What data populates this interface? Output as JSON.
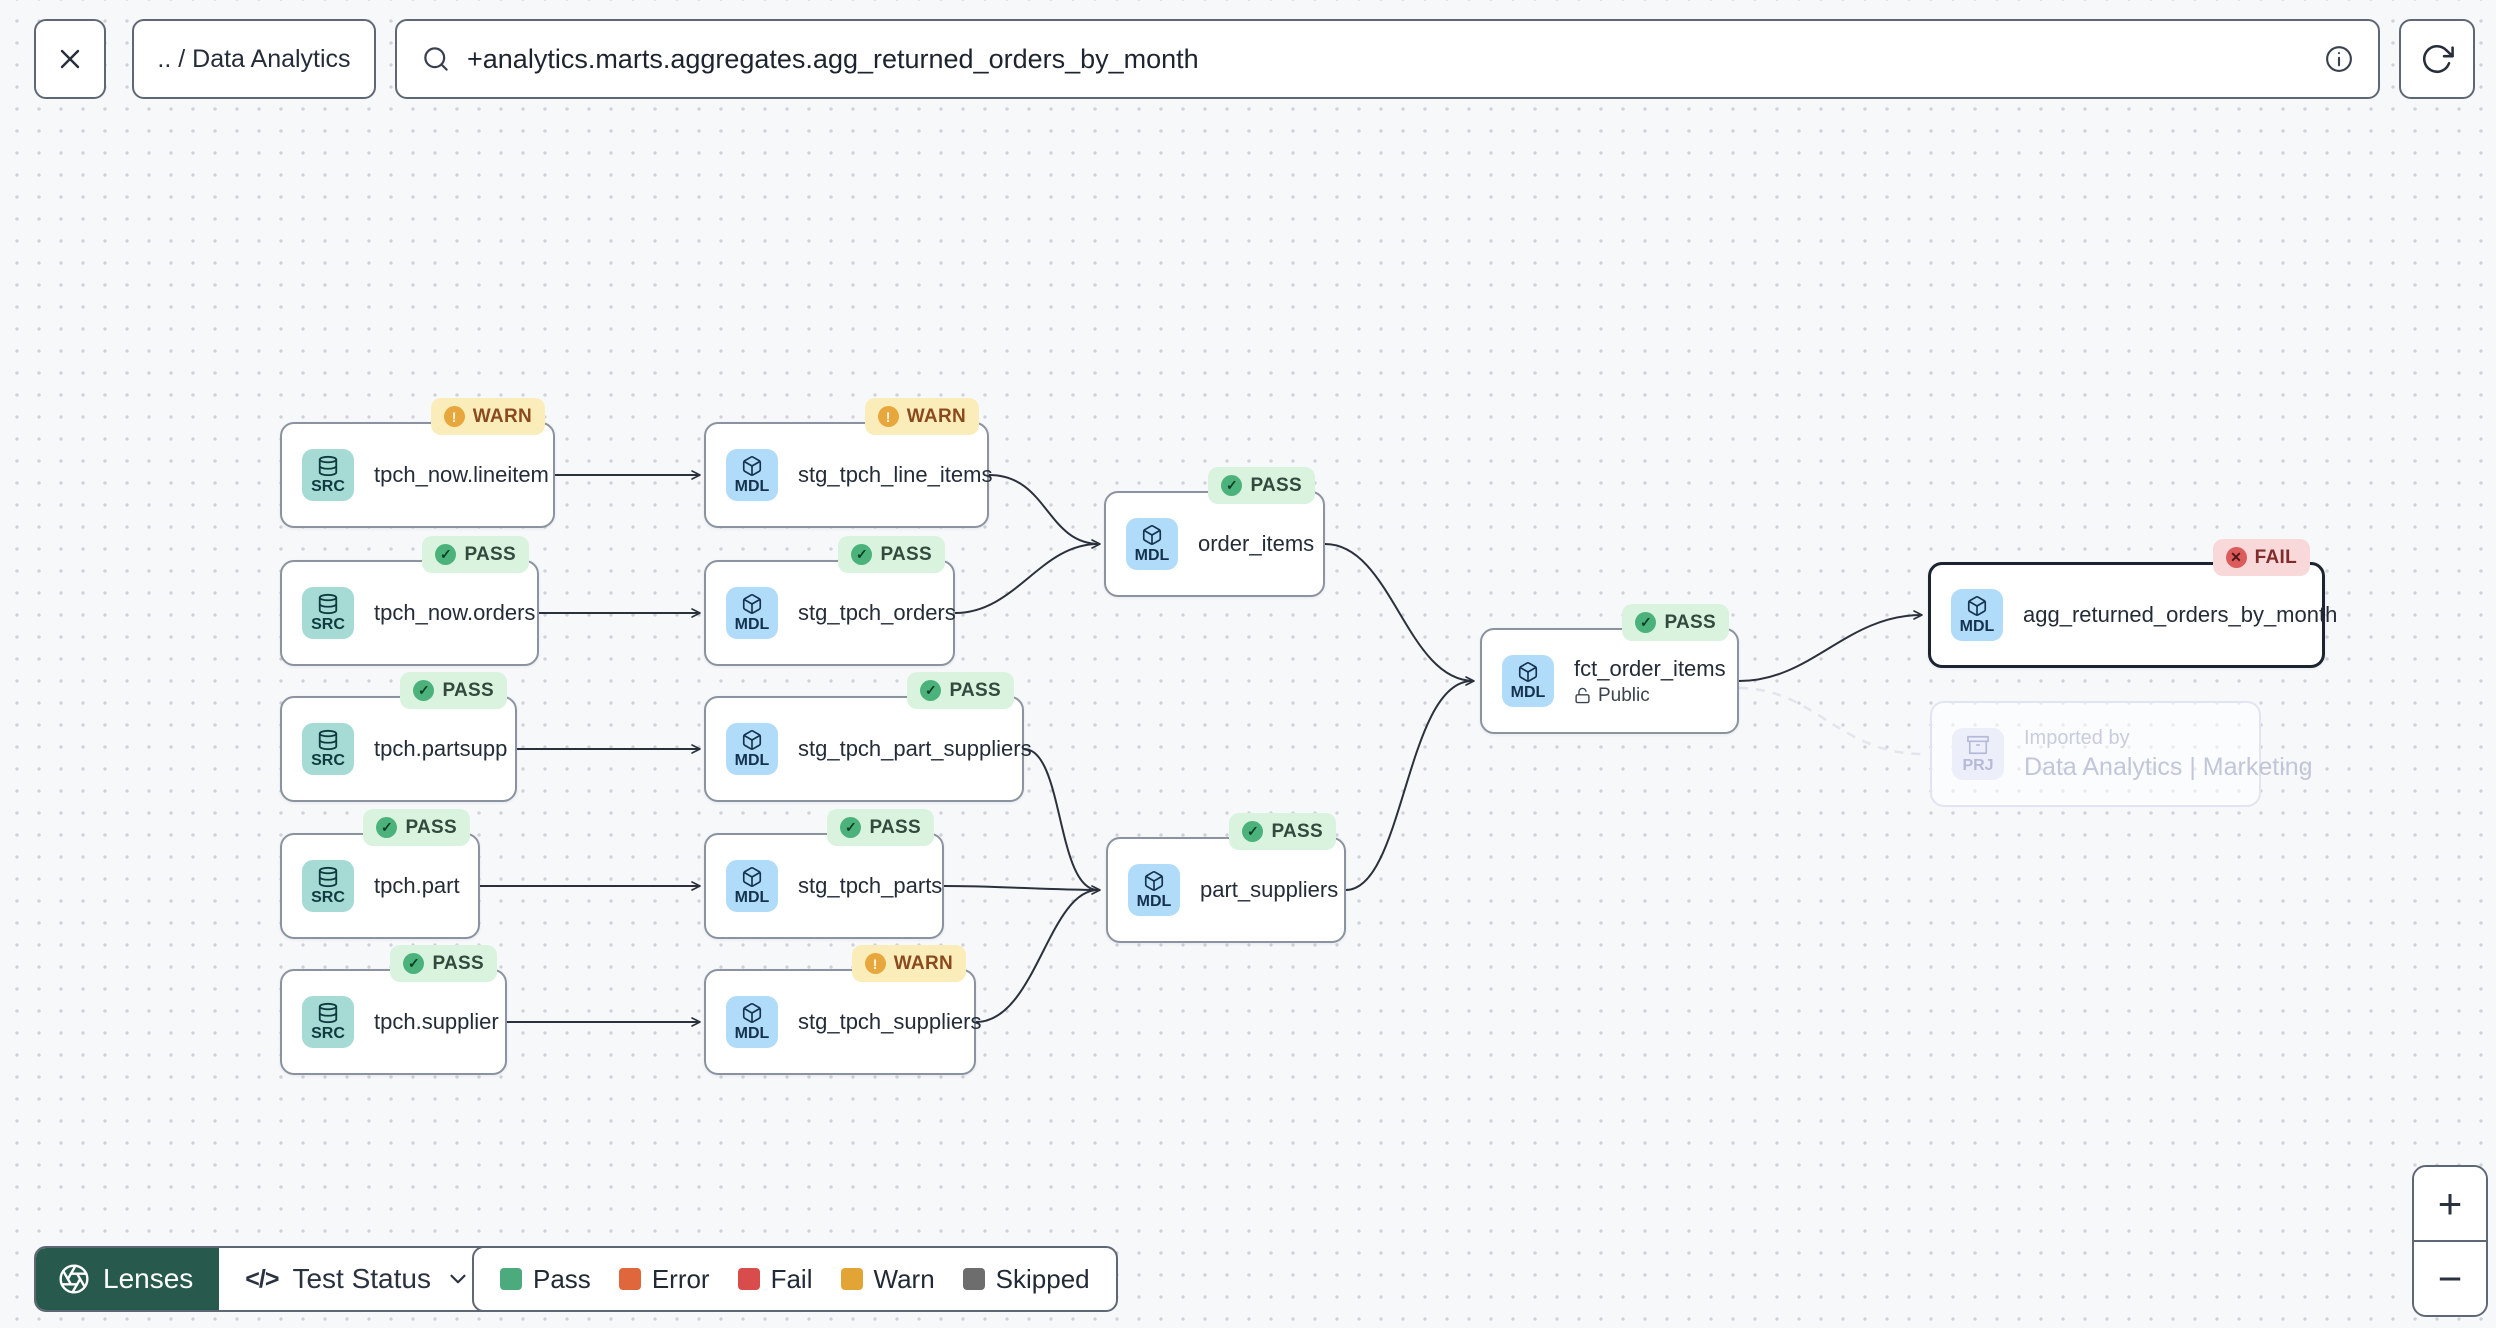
{
  "toolbar": {
    "breadcrumb": ".. / Data Analytics",
    "search_value": "+analytics.marts.aggregates.agg_returned_orders_by_month"
  },
  "badge_glyphs": {
    "pass": "✓",
    "warn": "!",
    "fail": "✕"
  },
  "nodes": [
    {
      "tile": "SRC",
      "label": "tpch_now.lineitem",
      "badge": "WARN"
    },
    {
      "tile": "MDL",
      "label": "stg_tpch_line_items",
      "badge": "WARN"
    },
    {
      "tile": "SRC",
      "label": "tpch_now.orders",
      "badge": "PASS"
    },
    {
      "tile": "MDL",
      "label": "stg_tpch_orders",
      "badge": "PASS"
    },
    {
      "tile": "SRC",
      "label": "tpch.partsupp",
      "badge": "PASS"
    },
    {
      "tile": "MDL",
      "label": "stg_tpch_part_suppliers",
      "badge": "PASS"
    },
    {
      "tile": "SRC",
      "label": "tpch.part",
      "badge": "PASS"
    },
    {
      "tile": "MDL",
      "label": "stg_tpch_parts",
      "badge": "PASS"
    },
    {
      "tile": "SRC",
      "label": "tpch.supplier",
      "badge": "PASS"
    },
    {
      "tile": "MDL",
      "label": "stg_tpch_suppliers",
      "badge": "WARN"
    },
    {
      "tile": "MDL",
      "label": "order_items",
      "badge": "PASS"
    },
    {
      "tile": "MDL",
      "label": "part_suppliers",
      "badge": "PASS"
    },
    {
      "tile": "MDL",
      "label": "fct_order_items",
      "badge": "PASS",
      "visibility": "Public"
    },
    {
      "tile": "MDL",
      "label": "agg_returned_orders_by_month",
      "badge": "FAIL"
    }
  ],
  "imported": {
    "tile": "PRJ",
    "title": "Imported by",
    "subtitle": "Data Analytics | Marketing"
  },
  "controls": {
    "lenses_label": "Lenses",
    "lens_selected": "Test Status",
    "zoom_in": "+",
    "zoom_out": "−"
  },
  "legend": {
    "items": [
      {
        "label": "Pass",
        "color": "#4cab7c"
      },
      {
        "label": "Error",
        "color": "#e0663c"
      },
      {
        "label": "Fail",
        "color": "#d94c4c"
      },
      {
        "label": "Warn",
        "color": "#e2a434"
      },
      {
        "label": "Skipped",
        "color": "#6d6d6d"
      }
    ]
  },
  "colors": {
    "pass_badge_bg": "#d9f3df",
    "warn_badge_bg": "#fbedba",
    "fail_badge_bg": "#f8d8d8",
    "src_tile": "#a5dbd4",
    "mdl_tile": "#b0dcfa",
    "lenses_button": "#27594c",
    "edge": "#2b313c",
    "selected_border": "#1b2430"
  }
}
